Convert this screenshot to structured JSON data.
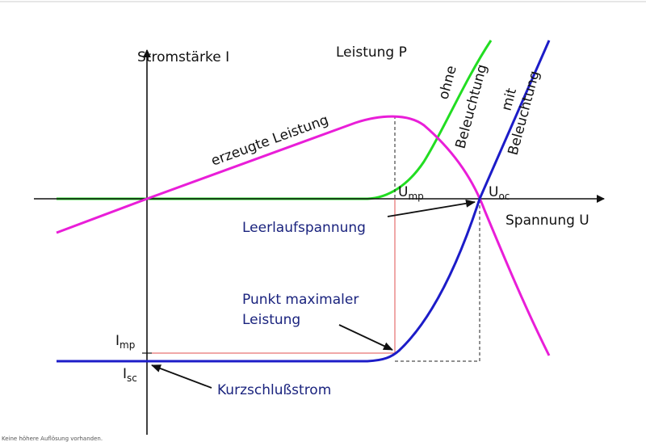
{
  "axes": {
    "y_label": "Stromstärke I",
    "x_label": "Spannung U",
    "power_label": "Leistung P"
  },
  "curves": {
    "power": {
      "label": "erzeugte Leistung",
      "color": "#e91ed8"
    },
    "dark": {
      "label_line1": "ohne",
      "label_line2": "Beleuchtung",
      "color": "#22dd22"
    },
    "lit": {
      "label_line1": "mit",
      "label_line2": "Beleuchtung",
      "color": "#1c1cc8"
    }
  },
  "markers": {
    "ump_main": "U",
    "ump_sub": "mp",
    "uoc_main": "U",
    "uoc_sub": "oc",
    "imp_main": "I",
    "imp_sub": "mp",
    "isc_main": "I",
    "isc_sub": "sc"
  },
  "annotations": {
    "open_circuit": "Leerlaufspannung",
    "mpp_line1": "Punkt maximaler",
    "mpp_line2": "Leistung",
    "short_circuit": "Kurzschlußstrom"
  },
  "footer": "Keine höhere Auflösung vorhanden."
}
